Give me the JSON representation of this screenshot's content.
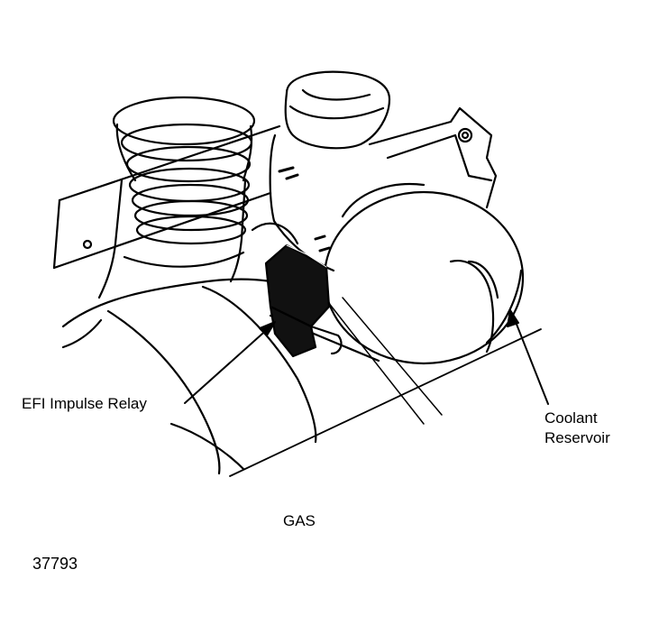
{
  "diagram": {
    "labels": {
      "relay": "EFI Impulse Relay",
      "coolant_line1": "Coolant",
      "coolant_line2": "Reservoir",
      "caption": "GAS",
      "figure_id": "37793"
    },
    "colors": {
      "ink": "#000000",
      "paper": "#ffffff",
      "relay_fill": "#111111"
    }
  }
}
